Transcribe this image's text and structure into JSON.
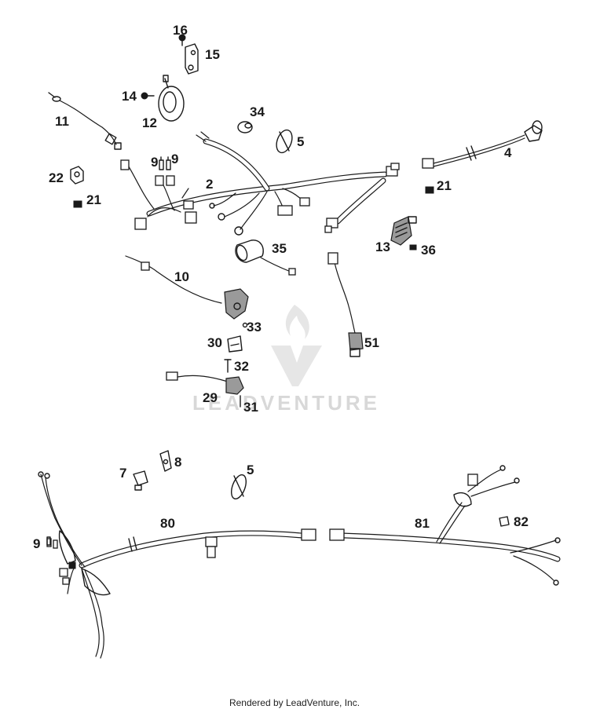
{
  "watermark": {
    "brand": "LEADVENTURE",
    "logo": "leadventure-flame-logo"
  },
  "footer": {
    "credit": "Rendered by LeadVenture, Inc."
  },
  "callouts": [
    "16",
    "15",
    "14",
    "12",
    "11",
    "34",
    "5",
    "9",
    "9",
    "2",
    "22",
    "21",
    "4",
    "21",
    "35",
    "13",
    "36",
    "10",
    "33",
    "30",
    "51",
    "32",
    "29",
    "31",
    "7",
    "8",
    "5",
    "80",
    "81",
    "82",
    "9"
  ]
}
